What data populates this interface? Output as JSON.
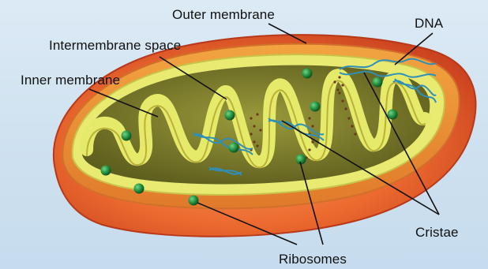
{
  "diagram": {
    "labels": {
      "outer_membrane": "Outer membrane",
      "intermembrane_space": "Intermembrane space",
      "inner_membrane": "Inner membrane",
      "dna": "DNA",
      "cristae": "Cristae",
      "ribosomes": "Ribosomes"
    },
    "colors": {
      "background": "#cfe3f1",
      "outer_membrane": "#e8582a",
      "intermembrane_space": "#f0a23a",
      "inner_membrane": "#e7e96a",
      "matrix": "#7a7a2c",
      "dna": "#2f8fb8",
      "ribosome": "#1f8a3a"
    }
  }
}
